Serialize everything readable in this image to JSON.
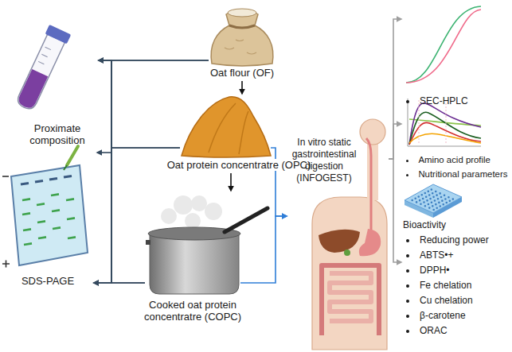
{
  "diagram": {
    "nodes": [
      {
        "text": [
          "Oat flour (OF)"
        ]
      },
      {
        "text": [
          "Proximate composition"
        ]
      },
      {
        "text": [
          "Oat protein concentratre (OPC)"
        ]
      },
      {
        "text": [
          "SDS-PAGE"
        ]
      },
      {
        "text": [
          "Cooked oat protein concentratre (COPC)"
        ]
      },
      {
        "text": [
          "In vitro static gastrointestinal digestion (INFOGEST)"
        ]
      },
      {
        "text": [
          "SEC-HPLC"
        ]
      },
      {
        "text": [
          "Amino acid profile",
          "Nutritional parameters"
        ]
      },
      {
        "text": [
          "Bioactivity",
          "Reducing power",
          "ABTS•+",
          "DPPH•",
          "Fe chelation",
          "Cu chelation",
          "β-carotene",
          "ORAC"
        ]
      }
    ],
    "edges": [
      {
        "from": 0,
        "to": 2,
        "arrow": "to"
      },
      {
        "from": 2,
        "to": 4,
        "arrow": "to"
      },
      {
        "from": 0,
        "to": 1,
        "arrow": "to"
      },
      {
        "from": 2,
        "to": 1,
        "arrow": "to"
      },
      {
        "from": 4,
        "to": 1,
        "arrow": "to"
      },
      {
        "from": 0,
        "to": 3,
        "arrow": "to"
      },
      {
        "from": 2,
        "to": 3,
        "arrow": "to"
      },
      {
        "from": 4,
        "to": 3,
        "arrow": "to"
      },
      {
        "from": 2,
        "to": 5,
        "arrow": "to"
      },
      {
        "from": 4,
        "to": 5,
        "arrow": "to"
      },
      {
        "from": 5,
        "to": 6,
        "arrow": "to"
      },
      {
        "from": 5,
        "to": 7,
        "arrow": "to"
      },
      {
        "from": 5,
        "to": 8,
        "arrow": "to"
      }
    ]
  }
}
